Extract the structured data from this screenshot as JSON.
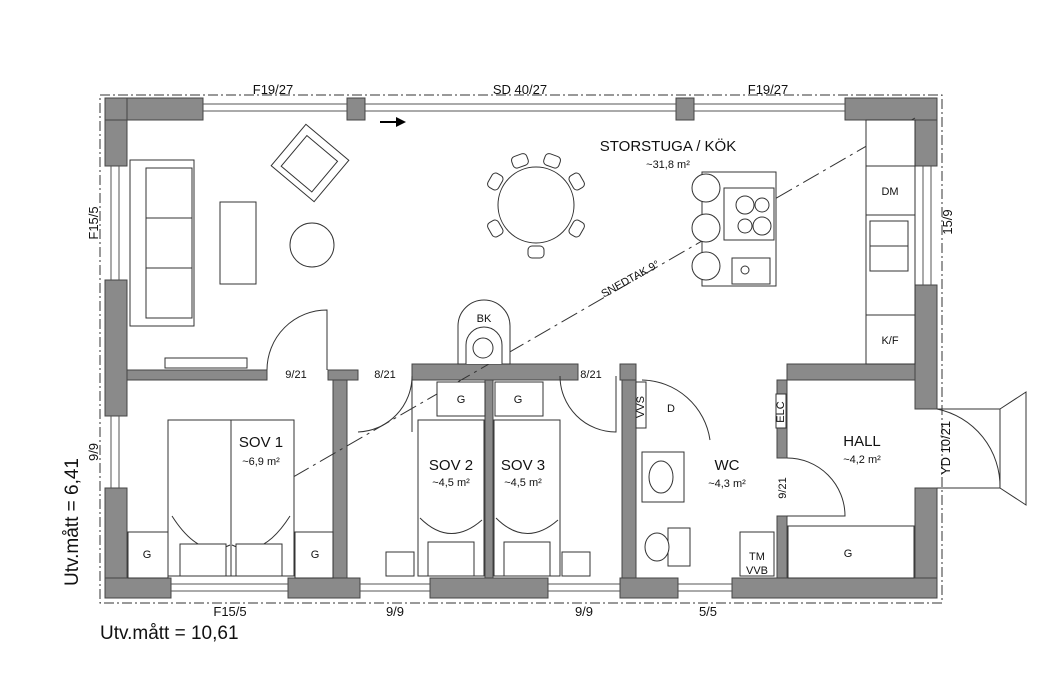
{
  "utv_width_label": "Utv.mått = 10,61",
  "utv_depth_label": "Utv.mått = 6,41",
  "openings": {
    "window_top_left": "F19/27",
    "door_top_middle": "SD 40/27",
    "window_top_right": "F19/27",
    "window_left_upper": "F15/5",
    "window_right_upper": "15/9",
    "window_left_lower": "9/9",
    "door_right_entry": "YD 10/21",
    "window_bottom_left": "F15/5",
    "window_bottom_mid": "9/9",
    "window_bottom_mid2": "9/9",
    "window_bottom_right": "5/5",
    "door_living": "9/21",
    "door_sov2": "8/21",
    "door_sov3": "8/21",
    "door_wc": "9/21"
  },
  "rooms": {
    "storstuga": {
      "name": "STORSTUGA / KÖK",
      "area": "~31,8 m²"
    },
    "sov1": {
      "name": "SOV 1",
      "area": "~6,9 m²"
    },
    "sov2": {
      "name": "SOV 2",
      "area": "~4,5 m²"
    },
    "sov3": {
      "name": "SOV 3",
      "area": "~4,5 m²"
    },
    "wc": {
      "name": "WC",
      "area": "~4,3 m²"
    },
    "hall": {
      "name": "HALL",
      "area": "~4,2 m²"
    }
  },
  "fixtures": {
    "bk": "BK",
    "dm": "DM",
    "kf": "K/F",
    "tm": "TM",
    "vvb": "VVB",
    "vvs": "VVS",
    "elc": "ELC",
    "d": "D",
    "g": "G",
    "snedtak": "SNEDTAK 9°"
  }
}
